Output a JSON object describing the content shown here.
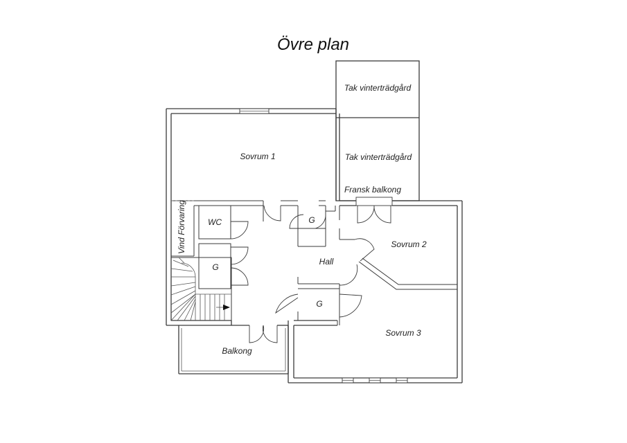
{
  "title": "Övre plan",
  "rooms": {
    "tak_1": "Tak vinterträdgård",
    "tak_2": "Tak vinterträdgård",
    "fransk_balkong": "Fransk balkong",
    "sovrum_1": "Sovrum 1",
    "vind": "Vind Förvaring",
    "wc": "WC",
    "g_top": "G",
    "g_left": "G",
    "hall": "Hall",
    "sovrum_2": "Sovrum 2",
    "g_bottom": "G",
    "sovrum_3": "Sovrum 3",
    "balkong": "Balkong"
  }
}
